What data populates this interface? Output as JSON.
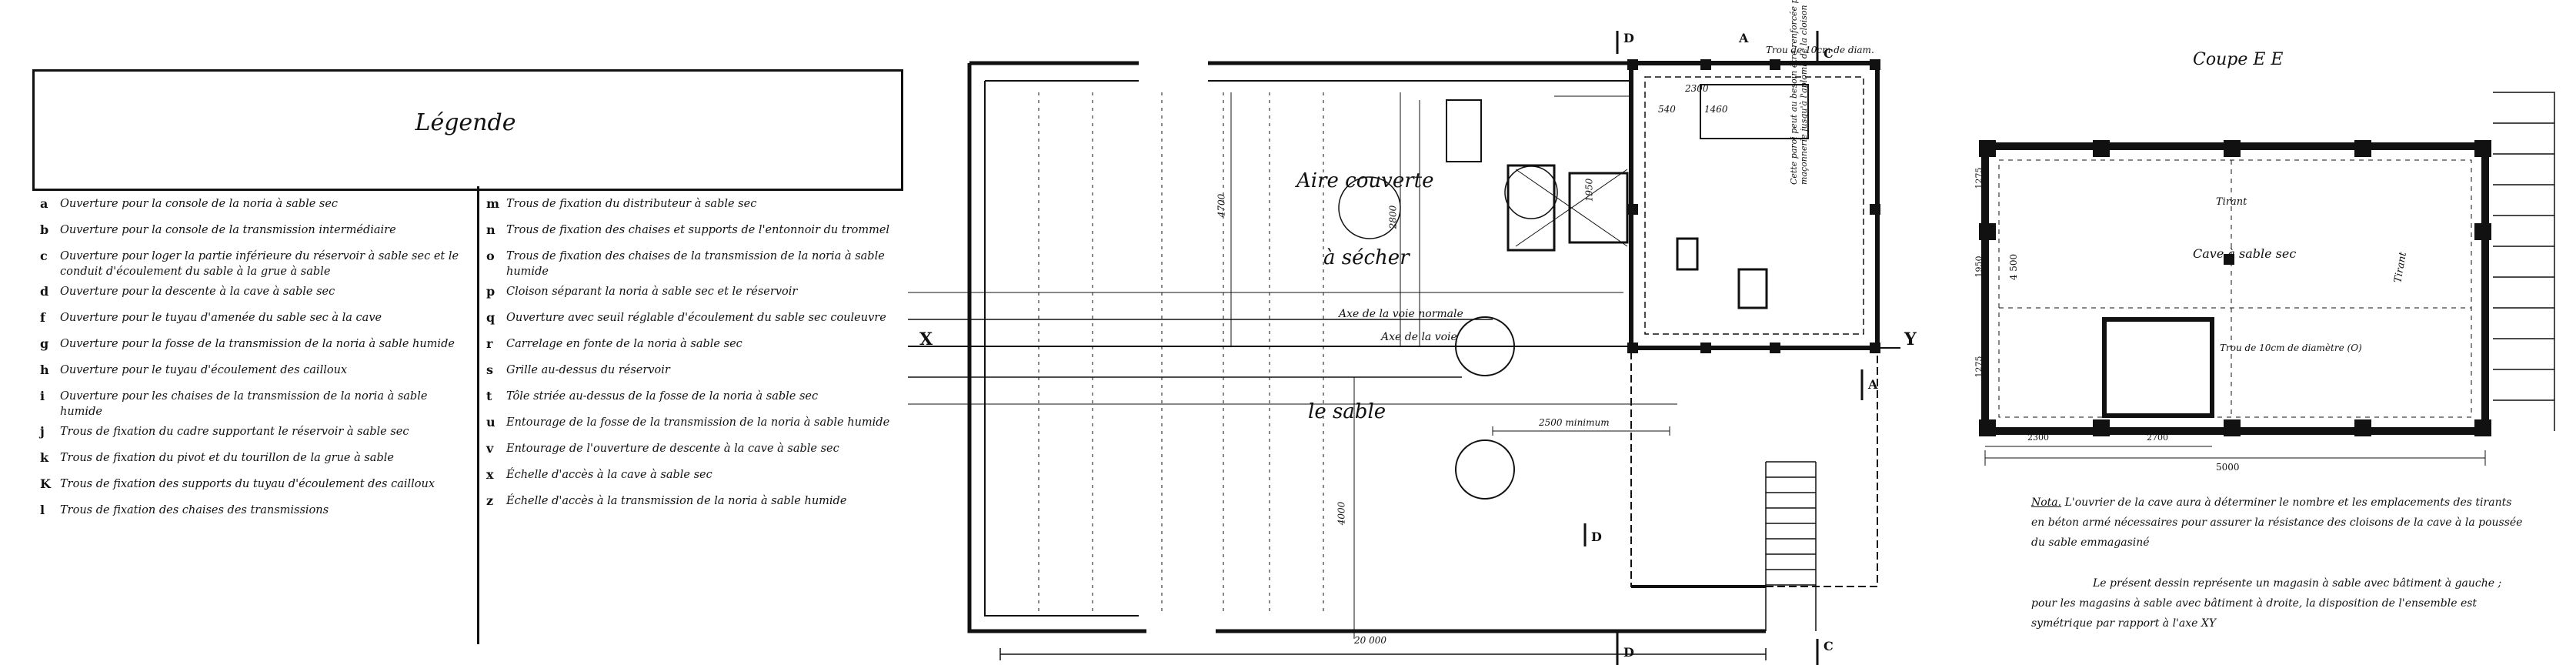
{
  "legend": {
    "title": "Légende",
    "left_items": [
      {
        "key": "a",
        "text": "Ouverture pour la console de la noria à sable sec"
      },
      {
        "key": "b",
        "text": "Ouverture pour la console de la transmission intermédiaire"
      },
      {
        "key": "c",
        "text": "Ouverture pour loger la partie inférieure du réservoir à sable sec et le conduit d'écoulement du sable à la grue à sable"
      },
      {
        "key": "d",
        "text": "Ouverture pour la descente à la cave à sable sec"
      },
      {
        "key": "f",
        "text": "Ouverture pour le tuyau d'amenée du sable sec à la cave"
      },
      {
        "key": "g",
        "text": "Ouverture pour la fosse de la transmission de la noria à sable humide"
      },
      {
        "key": "h",
        "text": "Ouverture pour le tuyau d'écoulement des cailloux"
      },
      {
        "key": "i",
        "text": "Ouverture pour les chaises de la transmission de la noria à sable humide"
      },
      {
        "key": "j",
        "text": "Trous de fixation du cadre supportant le réservoir à sable sec"
      },
      {
        "key": "k",
        "text": "Trous de fixation du pivot et du tourillon de la grue à sable"
      },
      {
        "key": "K",
        "text": "Trous de fixation des supports du tuyau d'écoulement des cailloux"
      },
      {
        "key": "l",
        "text": "Trous de fixation des chaises des transmissions"
      }
    ],
    "right_items": [
      {
        "key": "m",
        "text": "Trous de fixation du distributeur à sable sec"
      },
      {
        "key": "n",
        "text": "Trous de fixation des chaises et supports de l'entonnoir du trommel"
      },
      {
        "key": "o",
        "text": "Trous de fixation des chaises de la transmission de la noria à sable humide"
      },
      {
        "key": "p",
        "text": "Cloison séparant la noria à sable sec et le réservoir"
      },
      {
        "key": "q",
        "text": "Ouverture avec seuil réglable d'écoulement du sable sec couleuvre"
      },
      {
        "key": "r",
        "text": "Carrelage en fonte de la noria à sable sec"
      },
      {
        "key": "s",
        "text": "Grille au-dessus du réservoir"
      },
      {
        "key": "t",
        "text": "Tôle striée au-dessus de la fosse de la noria à sable sec"
      },
      {
        "key": "u",
        "text": "Entourage de la fosse de la transmission de la noria à sable humide"
      },
      {
        "key": "v",
        "text": "Entourage de l'ouverture de descente à la cave à sable sec"
      },
      {
        "key": "x",
        "text": "Échelle d'accès à la cave à sable sec"
      },
      {
        "key": "z",
        "text": "Échelle d'accès à la transmission de la noria à sable humide"
      }
    ]
  },
  "plan": {
    "labels": {
      "aire_line1": "Aire couverte",
      "aire_line2": "à sécher",
      "aire_line3": "le sable",
      "axe_voie_normale": "Axe de la voie normale",
      "axe_voie": "Axe de la voie",
      "axe_x": "X",
      "axe_y": "Y",
      "sec_d_top": "D",
      "sec_d_bottom": "D",
      "sec_d_mid": "D",
      "sec_c_top": "C",
      "sec_c_bottom": "C",
      "sec_a_top": "A",
      "sec_a_mid": "A",
      "trou": "Trou de 10cm de diam.",
      "dim_20000": "20 000",
      "dim_2500": "2500 minimum",
      "dim_2300": "2300",
      "dim_540": "540",
      "dim_1460": "1460",
      "dim_4700": "4700",
      "dim_2800": "2800",
      "dim_4000": "4000",
      "dim_1950": "1950",
      "note_vert": "Cette paroi peut au besoin être renforcée par la maçonnerie jusqu'à l'aplomb de la cloison"
    }
  },
  "section": {
    "title": "Coupe E E",
    "cave": "Cave à sable sec",
    "tirant1": "Tirant",
    "tirant2": "Tirant",
    "trou": "Trou de 10cm de diamètre (O)",
    "dim_5000": "5000",
    "dim_2300": "2300",
    "dim_2700": "2700",
    "dim_1275a": "1275",
    "dim_1950": "1950",
    "dim_1275b": "1275",
    "dim_4500": "4 500",
    "note_label": "Nota.",
    "note_p1": "L'ouvrier de la cave aura à déterminer le nombre et les emplacements des tirants en béton armé nécessaires pour assurer la résistance des cloisons de la cave à la poussée du sable emmagasiné",
    "note_p2": "Le présent dessin représente un magasin à sable avec bâtiment à gauche ; pour les magasins à sable avec bâtiment à droite, la disposition de l'ensemble est symétrique par rapport à l'axe XY"
  }
}
